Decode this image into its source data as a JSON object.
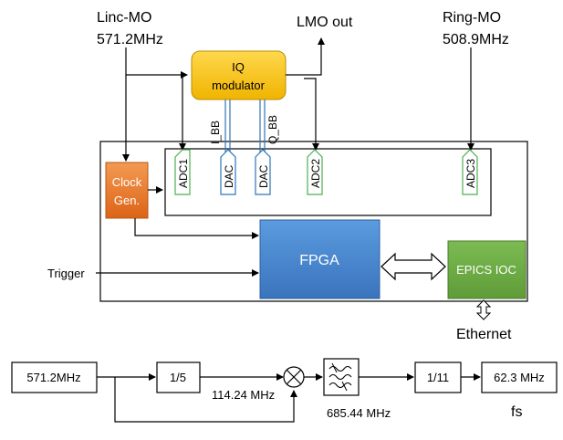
{
  "top_diagram": {
    "linc_mo": {
      "name": "Linc-MO",
      "freq": "571.2MHz"
    },
    "ring_mo": {
      "name": "Ring-MO",
      "freq": "508.9MHz"
    },
    "lmo_out": "LMO out",
    "iq_modulator": {
      "line1": "IQ",
      "line2": "modulator"
    },
    "i_bb": "I_BB",
    "q_bb": "Q_BB",
    "clock_gen": {
      "line1": "Clock",
      "line2": "Gen."
    },
    "adc1": "ADC1",
    "dac1": "DAC",
    "dac2": "DAC",
    "adc2": "ADC2",
    "adc3": "ADC3",
    "fpga": "FPGA",
    "epics_ioc": "EPICS IOC",
    "trigger": "Trigger",
    "ethernet": "Ethernet"
  },
  "bottom_diagram": {
    "input_freq": "571.2MHz",
    "divider1": "1/5",
    "divided_freq": "114.24 MHz",
    "mixed_freq": "685.44 MHz",
    "divider2": "1/11",
    "output_freq": "62.3 MHz",
    "output_label": "fs"
  },
  "colors": {
    "iq_modulator_fill": "#f5c000",
    "clock_gen_fill": "#ed7d31",
    "fpga_fill": "#4a86c8",
    "epics_fill": "#70ad47",
    "adc_border": "#4caf50",
    "dac_border": "#2e75b6"
  }
}
